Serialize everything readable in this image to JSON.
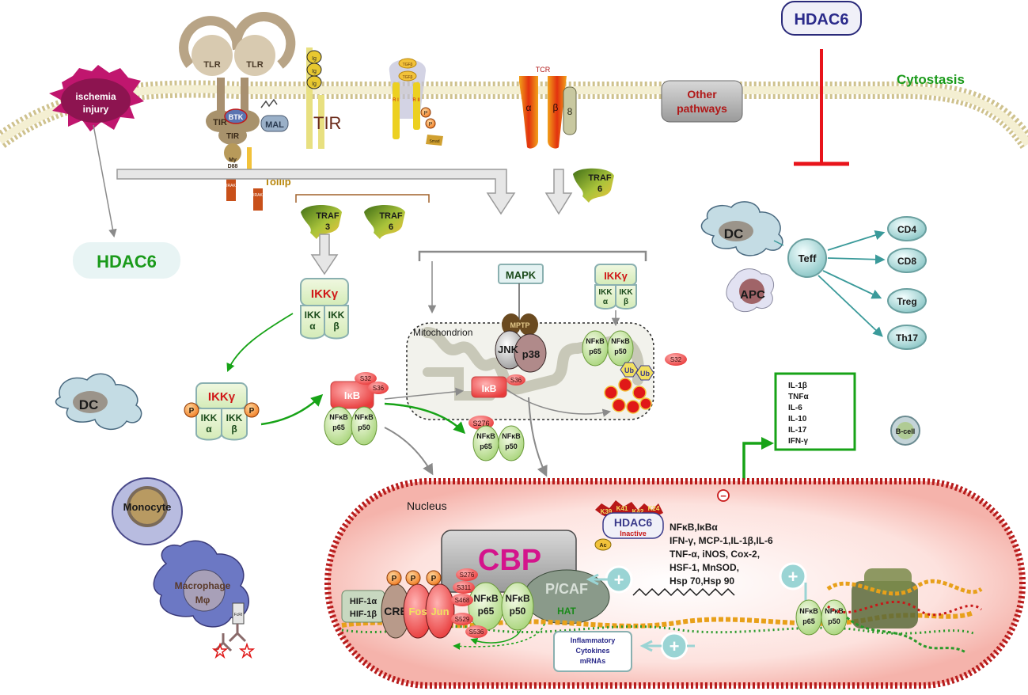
{
  "labels": {
    "hdac6_top": "HDAC6",
    "cytostasis": "Cytostasis",
    "ischemia": [
      "ischemia",
      "injury"
    ],
    "hdac6_left": "HDAC6",
    "tlr": "TLR",
    "tir": "TIR",
    "btk": "BTK",
    "mal": "MAL",
    "tir_big": "TIR",
    "myd88": [
      "My",
      "D88"
    ],
    "tollip": "Tollip",
    "irak4": [
      "IRAK",
      "4",
      "DD"
    ],
    "irak1": [
      "IRAK",
      "1",
      "DD"
    ],
    "ig": "Ig",
    "tgfb": "TGFβ",
    "receptor_i": "R I",
    "receptor_ii": "R II",
    "phospho": "P",
    "smad": "Smad",
    "tcr": "TCR",
    "tcr_alpha": "α",
    "tcr_beta": "β",
    "cd8_chain": "8",
    "other_pathways": [
      "Other",
      "pathways"
    ],
    "traf6_a": [
      "TRAF",
      "6"
    ],
    "traf3": [
      "TRAF",
      "3"
    ],
    "traf6_b": [
      "TRAF",
      "6"
    ],
    "ikk_gamma": "IKKγ",
    "ikk_alpha": [
      "IKK",
      "α"
    ],
    "ikk_beta": [
      "IKK",
      "β"
    ],
    "mapk": "MAPK",
    "mitochondrion": "Mitochondrion",
    "mptp": "MPTP",
    "jnk": "JNK",
    "p38": "p38",
    "nfkb": "NFκB",
    "p65": "p65",
    "p50": "p50",
    "ikb": "IκB",
    "s32": "S32",
    "s36": "S36",
    "s276": "S276",
    "ub": "Ub",
    "dc": "DC",
    "apc": "APC",
    "teff": "Teff",
    "cd4": "CD4",
    "cd8": "CD8",
    "treg": "Treg",
    "th17": "Th17",
    "bcell": "B-cell",
    "monocyte": "Monocyte",
    "macrophage": [
      "Macrophage",
      "Mφ"
    ],
    "fcri": [
      "FcRI"
    ],
    "cytokine_box": [
      "IL-1β",
      "TNFα",
      "IL-6",
      "IL-10",
      "IL-17",
      "IFN-γ"
    ],
    "nucleus": "Nucleus",
    "minus": "−",
    "acetyl_sites": [
      "K39",
      "K41",
      "K42",
      "K24"
    ],
    "hdac6_nuc": "HDAC6",
    "inactive": "Inactive",
    "ac": "Ac",
    "cbp": "CBP",
    "pcaf": "P/CAF",
    "hat": "HAT",
    "cre": "CRE",
    "fos": "Fos",
    "jun": "Jun",
    "hif1a": "HIF-1α",
    "hif1b": "HIF-1β",
    "sites": [
      "S276",
      "S311",
      "S468",
      "S529",
      "S536"
    ],
    "target_genes": [
      "NFκB,IκBα",
      "IFN-γ, MCP-1,IL-1β,IL-6",
      "TNF-α, iNOS, Cox-2,",
      "HSF-1, MnSOD,",
      "Hsp 70,Hsp 90"
    ],
    "inflam_mrna": [
      "Inflammatory",
      "Cytokines",
      "mRNAs"
    ],
    "plus": "+"
  },
  "colors": {
    "inhibit": "#e8141b",
    "green_text": "#1a9a1a",
    "arrow_green": "#17a317",
    "arrow_gray": "#8a8a8a",
    "teal": "#3a9a9a",
    "nucleus_border": "#b81c1c",
    "ikk_red": "#d01818",
    "cbp_magenta": "#d4148c"
  }
}
